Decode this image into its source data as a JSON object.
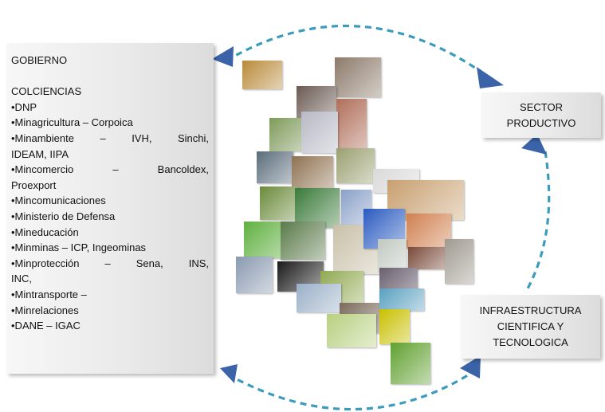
{
  "government": {
    "lines": [
      "GOBIERNO",
      "",
      "COLCIENCIAS",
      "•DNP",
      "•Minagricultura – Corpoica",
      "•Minambiente – IVH, Sinchi,",
      "IDEAM, IIPA",
      "•Mincomercio – Bancoldex,",
      "Proexport",
      "•Mincomunicaciones",
      "•Ministerio de Defensa",
      "•Mineducación",
      "•Minminas – ICP, Ingeominas",
      "•Minprotección – Sena, INS,",
      "INC,",
      "•Mintransporte –",
      "•Minrelaciones",
      "•DANE – IGAC"
    ]
  },
  "sector": {
    "line1": "SECTOR",
    "line2": "PRODUCTIVO"
  },
  "infra": {
    "line1": "INFRAESTRUCTURA",
    "line2": "CIENTIFICA Y",
    "line3": "TECNOLOGICA"
  },
  "colors": {
    "arrow_dash": "#3a9bbd",
    "arrow_head": "#3a63a8"
  },
  "photos": [
    "#b88a3a",
    "#8c7a6a",
    "#6b5a52",
    "#b06e5a",
    "#7e9a5a",
    "#b7b9c4",
    "#5a6c7a",
    "#8f7252",
    "#9aa070",
    "#d9d9d9",
    "#6a8a3a",
    "#3a7a3a",
    "#8aa0c8",
    "#c8a070",
    "#60b040",
    "#5a7a4a",
    "#c8c0a8",
    "#2a5ac0",
    "#d08050",
    "#c0c8c0",
    "#7a4a3a",
    "#a09a90",
    "#8a9ab0",
    "#1a1a1a",
    "#90a850",
    "#6a6070",
    "#9ab0c8",
    "#7a6a5a",
    "#5aa0c0",
    "#c8c000",
    "#b8d080",
    "#60a030"
  ]
}
